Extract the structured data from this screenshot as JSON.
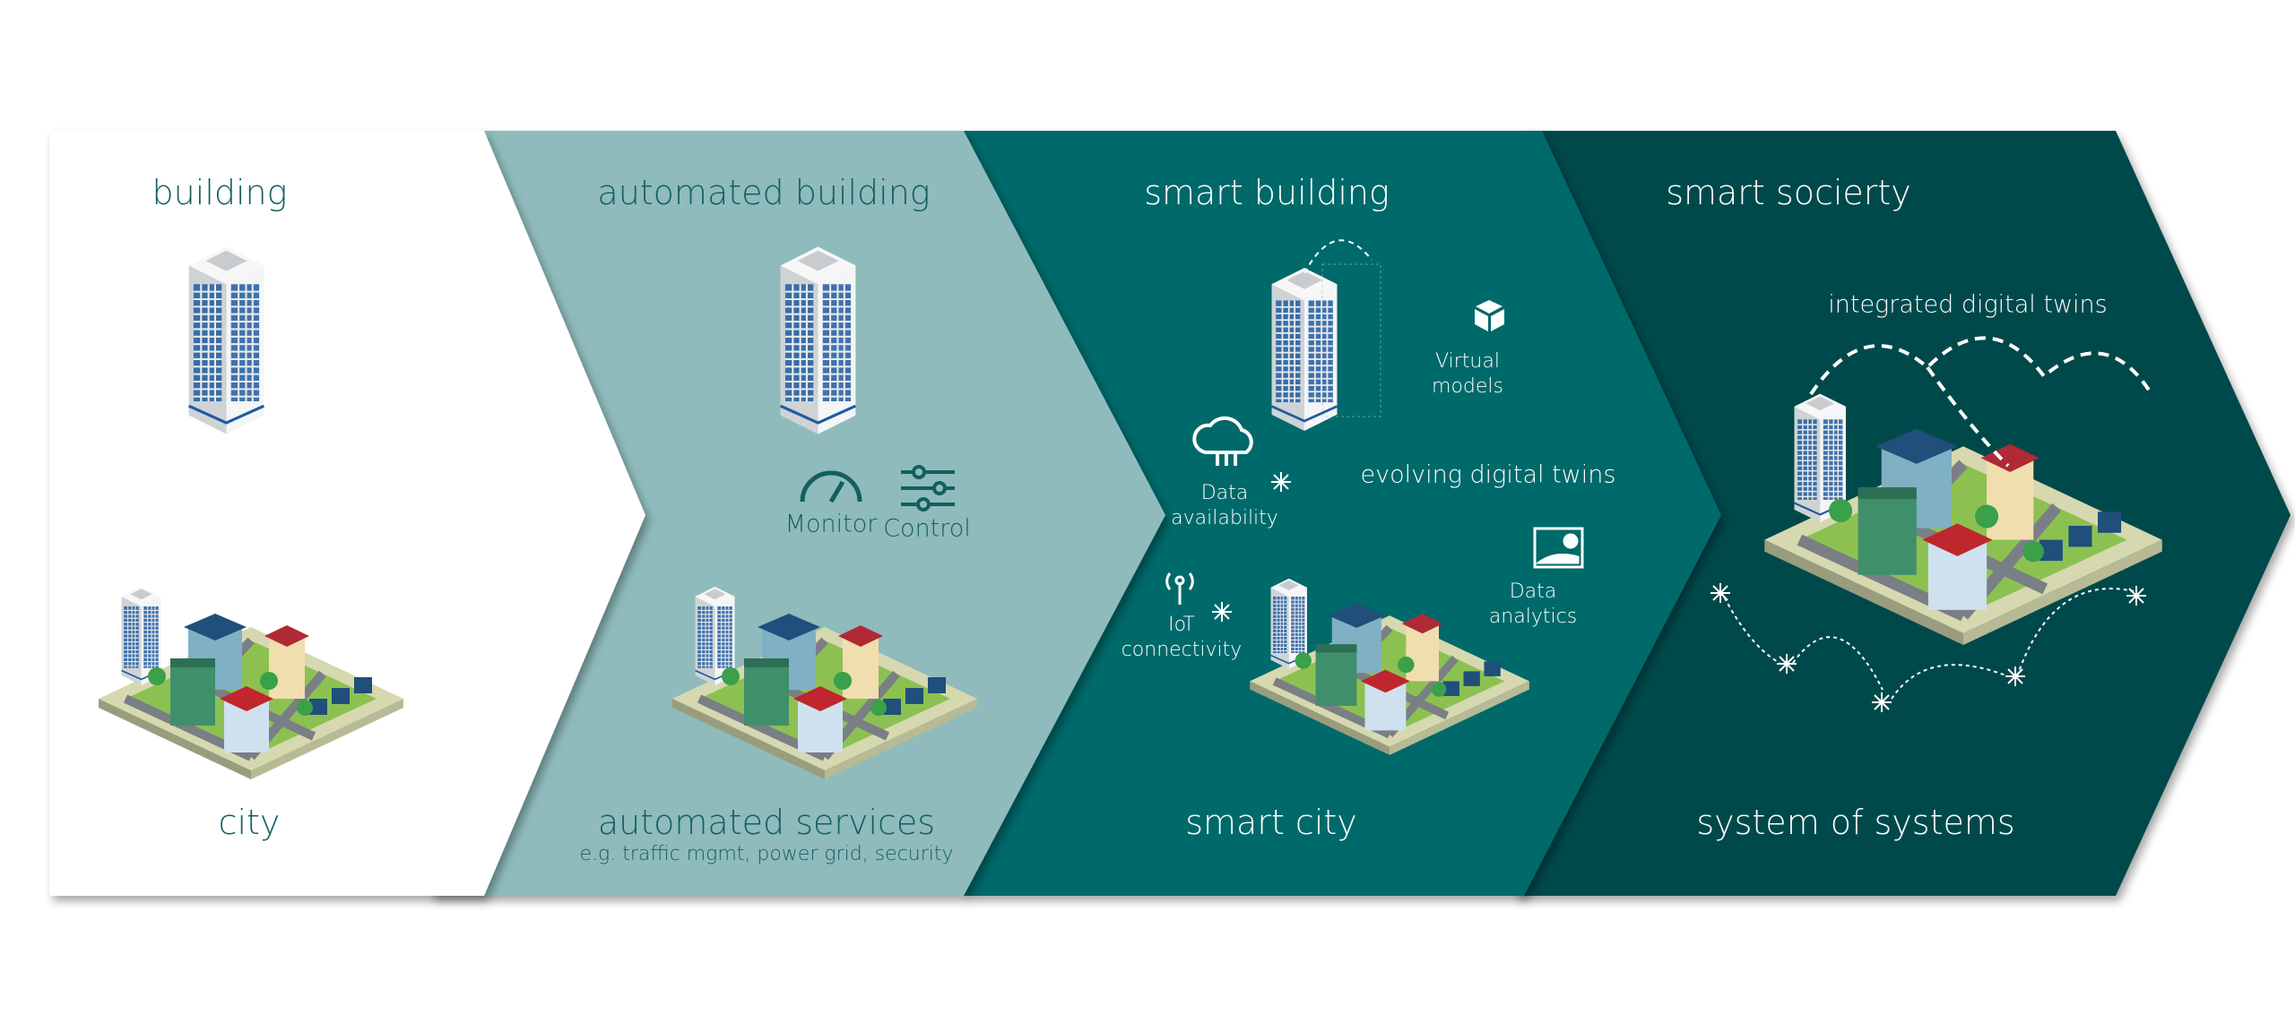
{
  "stages": [
    {
      "top_label": "building",
      "bottom_label": "city"
    },
    {
      "top_label": "automated building",
      "bottom_label": "automated services",
      "bottom_sub": "e.g. traffic mgmt, power grid, security",
      "features": [
        "Monitor",
        "Control"
      ]
    },
    {
      "top_label": "smart building",
      "bottom_label": "smart city",
      "center_label": "evolving digital twins",
      "features": {
        "virtual": [
          "Virtual",
          "models"
        ],
        "data": [
          "Data",
          "availability"
        ],
        "iot": [
          "IoT",
          "connectivity"
        ],
        "analytics": [
          "Data",
          "analytics"
        ]
      }
    },
    {
      "top_label": "smart socierty",
      "bottom_label": "system of systems",
      "center_label": "integrated digital twins"
    }
  ],
  "colors": {
    "stage1": "#ffffff",
    "stage2": "#8fbbbc",
    "stage3": "#02696a",
    "stage4": "#004a4b",
    "text_dark": "#135f5f"
  }
}
